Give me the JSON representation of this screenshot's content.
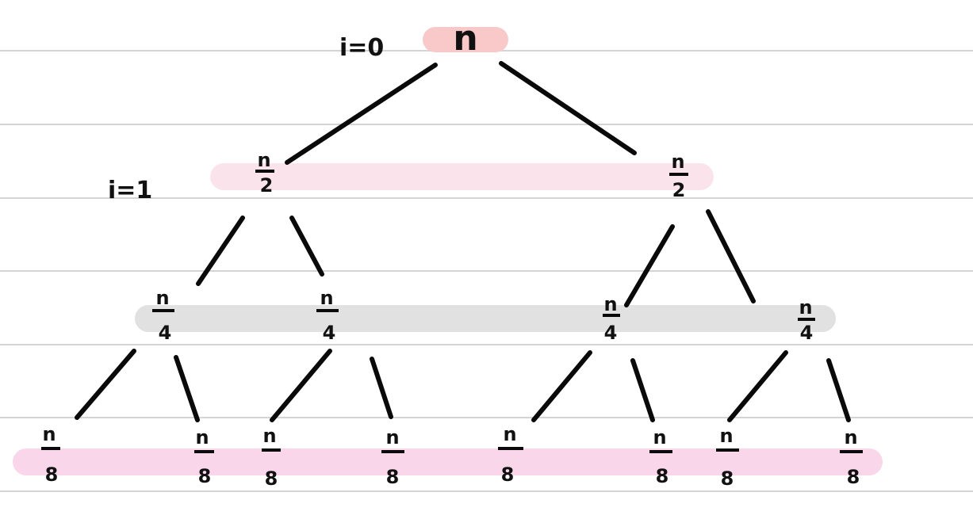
{
  "diagram": {
    "colors": {
      "ruled_line": "#d4d4d4",
      "ink": "#0a0a0a",
      "highlight_level0": "#f9c9c9",
      "highlight_level1": "#fbe3ec",
      "highlight_level2": "#e1e1e1",
      "highlight_level3": "#f9d6ea"
    },
    "level_labels": {
      "level0": "i=0",
      "level1": "i=1"
    },
    "levels": [
      {
        "nodes": [
          {
            "text": "n"
          }
        ]
      },
      {
        "nodes": [
          {
            "num": "n",
            "den": "2"
          },
          {
            "num": "n",
            "den": "2"
          }
        ]
      },
      {
        "nodes": [
          {
            "num": "n",
            "den": "4"
          },
          {
            "num": "n",
            "den": "4"
          },
          {
            "num": "n",
            "den": "4"
          },
          {
            "num": "n",
            "den": "4"
          }
        ]
      },
      {
        "nodes": [
          {
            "num": "n",
            "den": "8"
          },
          {
            "num": "n",
            "den": "8"
          },
          {
            "num": "n",
            "den": "8"
          },
          {
            "num": "n",
            "den": "8"
          },
          {
            "num": "n",
            "den": "8"
          },
          {
            "num": "n",
            "den": "8"
          },
          {
            "num": "n",
            "den": "8"
          },
          {
            "num": "n",
            "den": "8"
          }
        ]
      }
    ]
  }
}
